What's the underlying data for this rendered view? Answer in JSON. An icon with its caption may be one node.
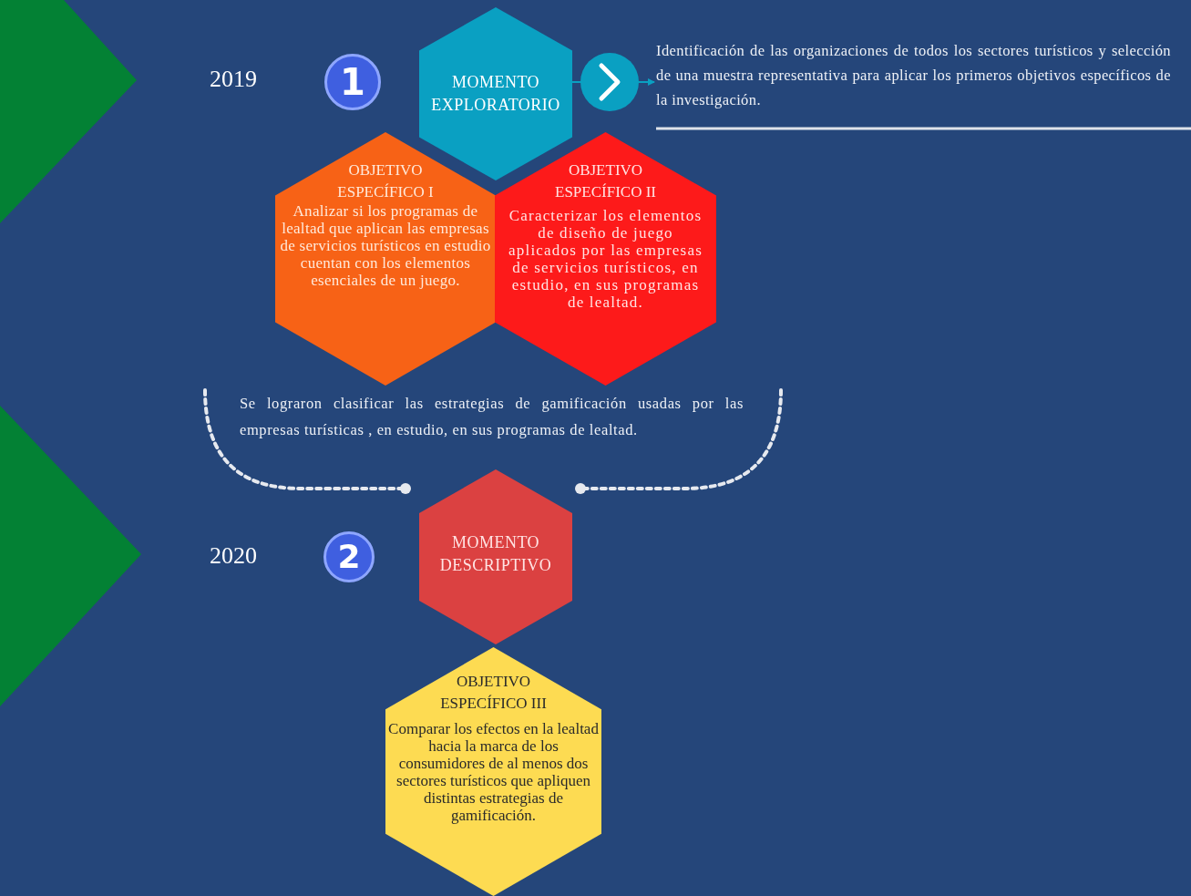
{
  "diagram": {
    "nodes": [
      {
        "text": [
          "MOMENTO EXPLORATORIO"
        ]
      },
      {
        "text": [
          "Identificación de las organizaciones de todos los sectores turísticos y selección de una muestra representativa para aplicar los primeros  objetivos específicos de la investigación."
        ]
      },
      {
        "text": [
          "OBJETIVO ESPECÍFICO I",
          "Analizar si los programas de lealtad que aplican las empresas de servicios turísticos en estudio cuentan con los elementos esenciales de un juego."
        ]
      },
      {
        "text": [
          "OBJETIVO ESPECÍFICO II",
          "Caracterizar los elementos de diseño de juego aplicados por las empresas de servicios turísticos, en estudio, en sus programas de lealtad."
        ]
      },
      {
        "text": [
          "MOMENTO DESCRIPTIVO"
        ]
      },
      {
        "text": [
          "OBJETIVO ESPECÍFICO III",
          "Comparar los efectos en la lealtad hacia la marca de los consumidores de al menos dos sectores turísticos que apliquen distintas estrategias de gamificación."
        ]
      },
      {
        "text": [],
        "shape": "chevron"
      },
      {
        "text": [],
        "shape": "chevron"
      }
    ],
    "edges": [
      {
        "from": 0,
        "to": 1,
        "arrow": "to"
      }
    ],
    "labels": [
      "2019",
      "1",
      "Se lograron clasificar las estrategias de gamificación usadas por las empresas turísticas , en estudio,  en sus programas de lealtad.",
      "2020",
      "2"
    ]
  }
}
